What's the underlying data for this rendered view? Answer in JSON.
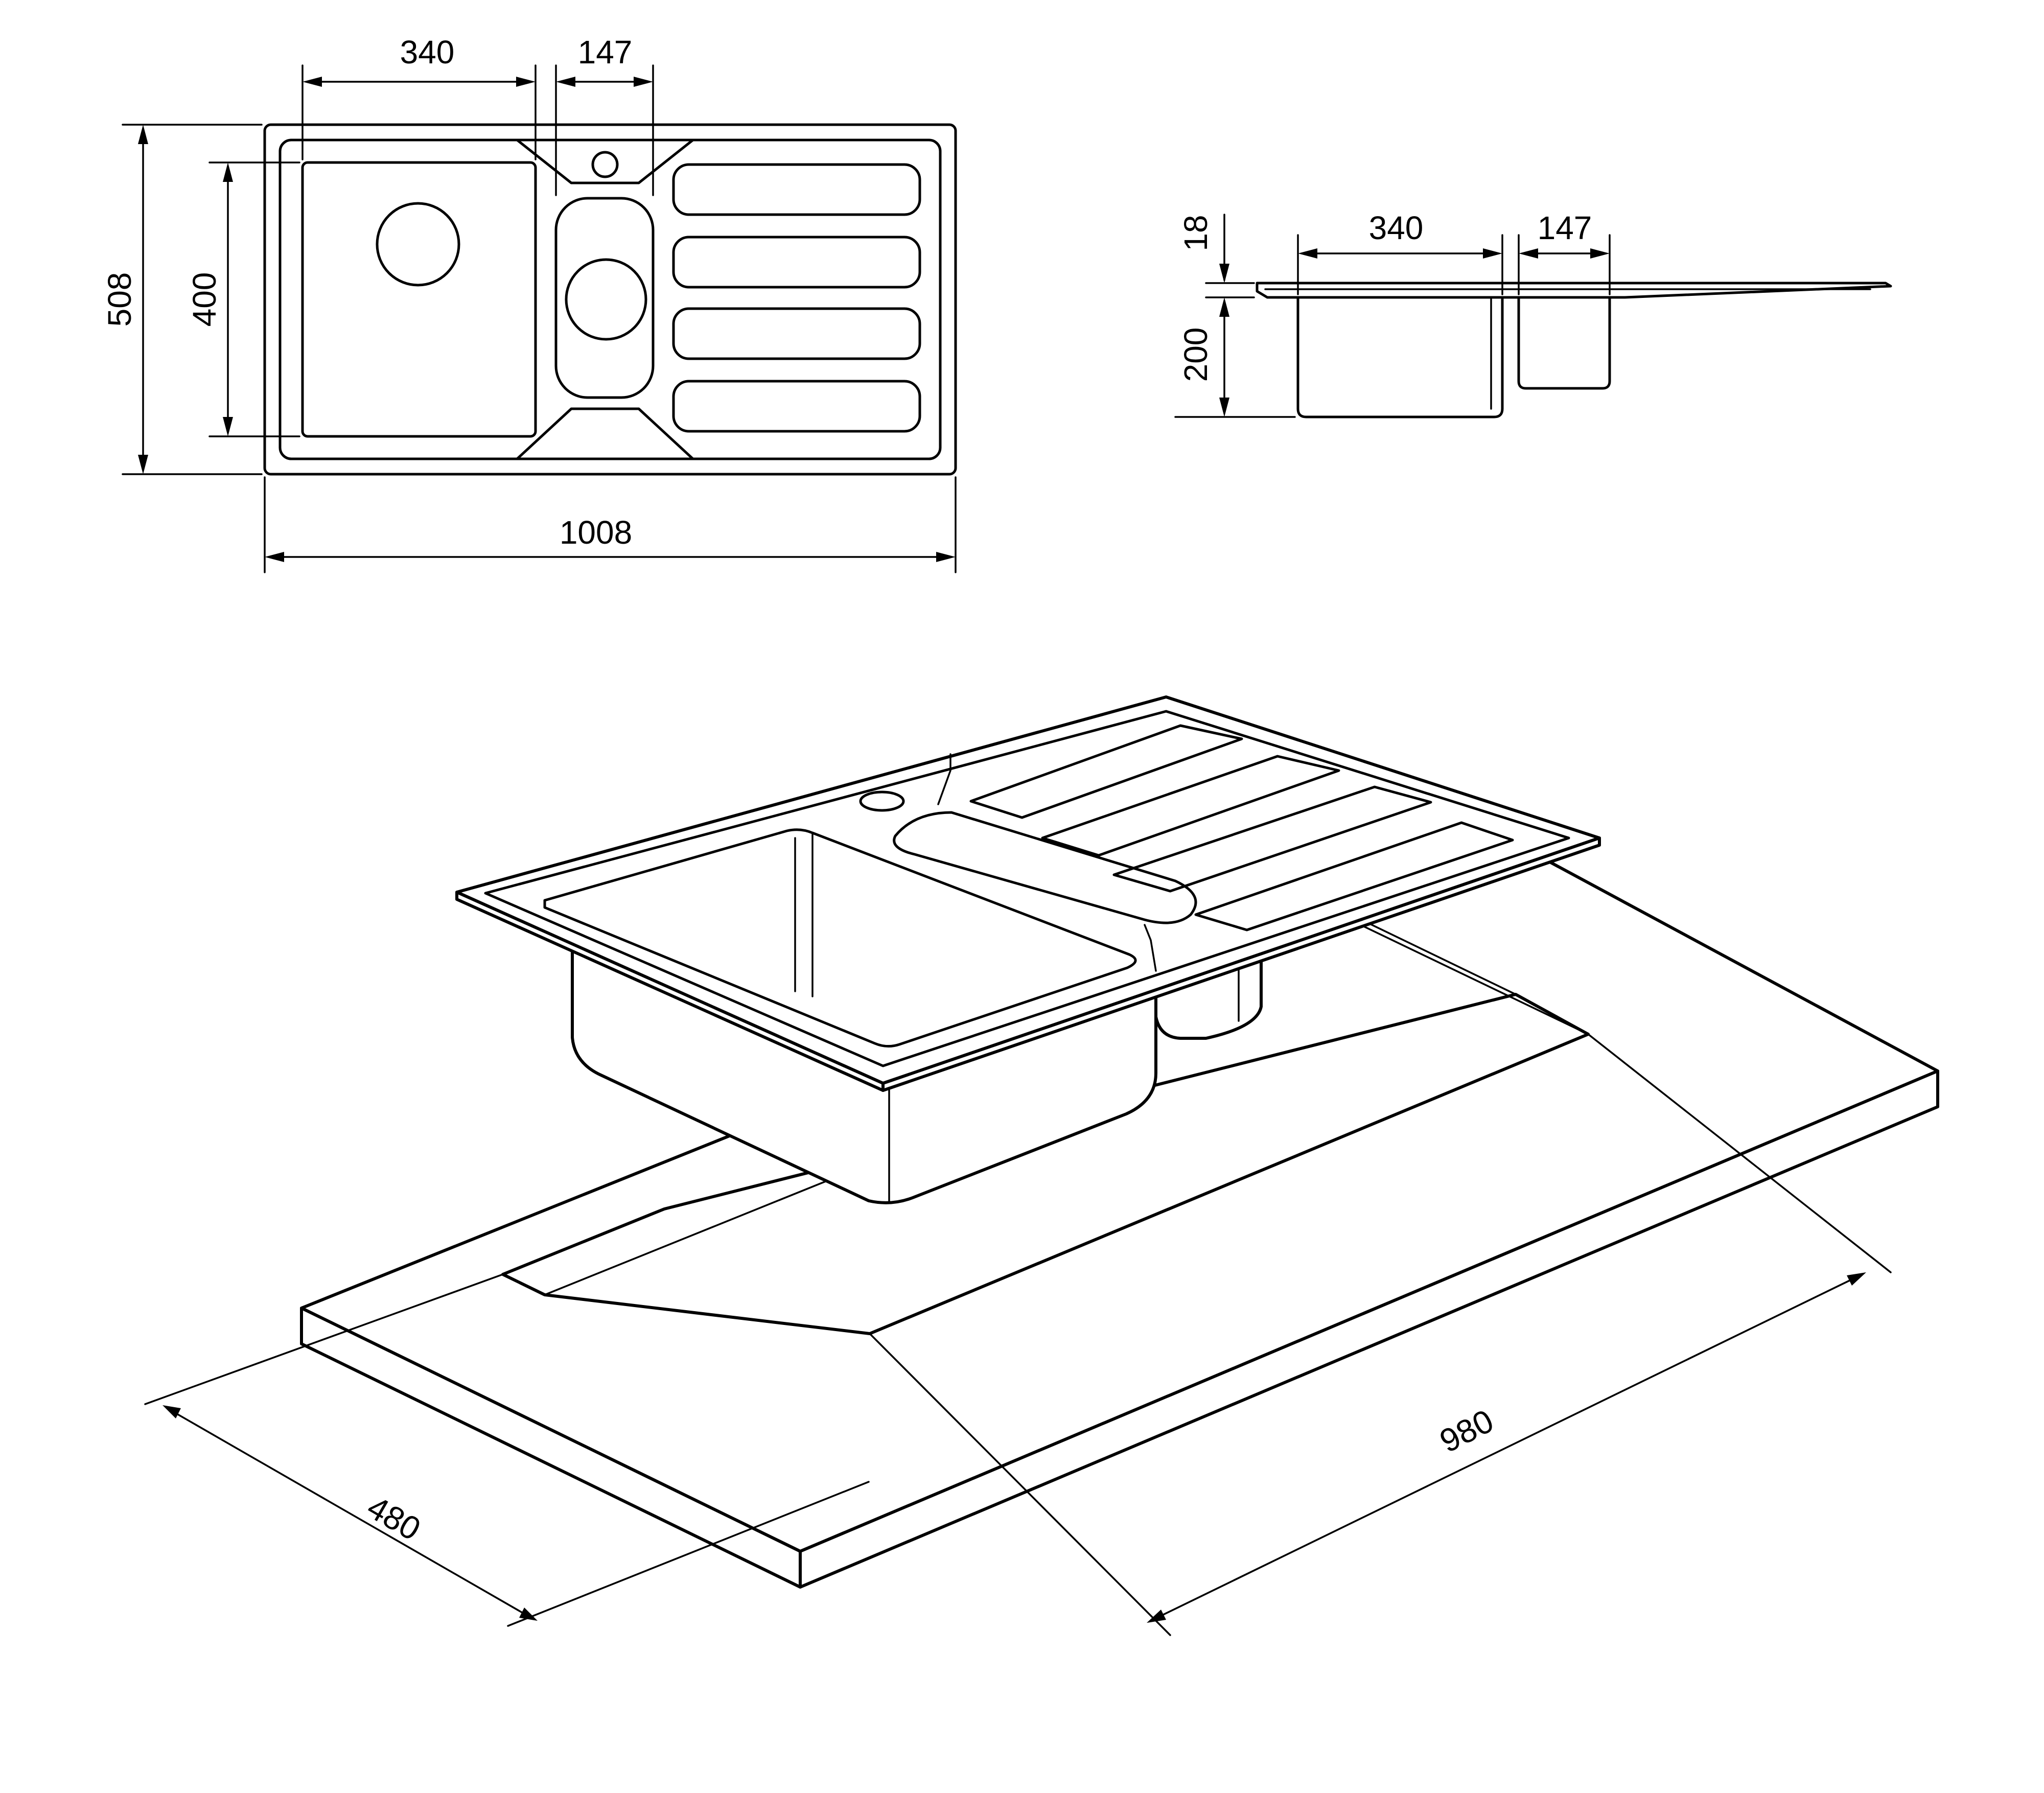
{
  "top_view": {
    "bowl_width": "340",
    "small_bowl_width": "147",
    "overall_depth": "508",
    "bowl_depth": "400",
    "overall_width": "1008"
  },
  "side_view": {
    "flange_height": "18",
    "bowl_depth": "200",
    "bowl_width": "340",
    "small_bowl_width": "147"
  },
  "cutout": {
    "depth": "480",
    "width": "980"
  },
  "colors": {
    "line": "#000000",
    "background": "#ffffff"
  }
}
